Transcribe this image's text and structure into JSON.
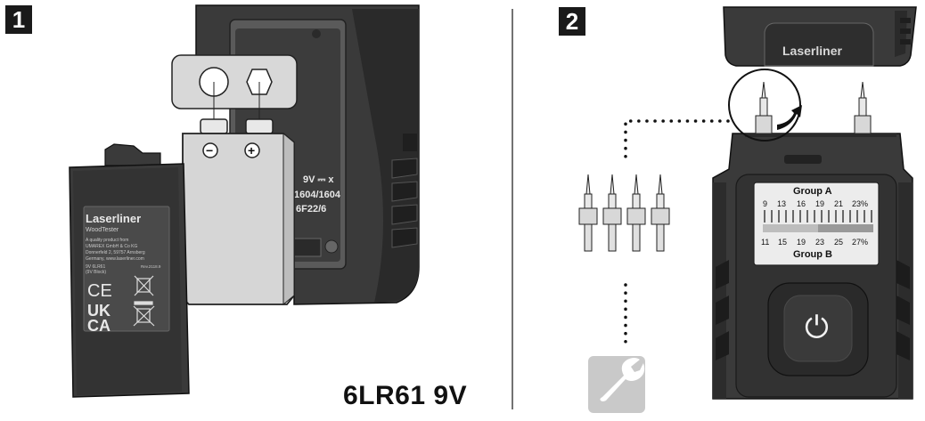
{
  "steps": {
    "step1_number": "1",
    "step2_number": "2"
  },
  "battery_type_label": "6LR61 9V",
  "battery": {
    "minus_symbol": "−",
    "plus_symbol": "+"
  },
  "device_back": {
    "rating_1": "9V ⎓ x",
    "rating_2": "1604/1604",
    "rating_3": "6F22/6"
  },
  "battery_cover": {
    "brand": "Laserliner",
    "model": "WoodTester",
    "line_1": "A quality product from",
    "line_2": "UMAREX GmbH & Co KG",
    "line_3": "Donnerfeld 2, 59757 Arnsberg",
    "line_4": "Germany, www.laserliner.com",
    "line_5": "9V 6LR61",
    "line_6": "(9V Block)",
    "line_7": "Rev.2118.9",
    "mark_ce": "CE",
    "mark_uk": "UK",
    "mark_ca": "CA"
  },
  "device_front": {
    "cap_brand": "Laserliner",
    "group_a_label": "Group A",
    "group_a_values": [
      "9",
      "13",
      "16",
      "19",
      "21",
      "23%"
    ],
    "group_b_label": "Group B",
    "group_b_values": [
      "11",
      "15",
      "19",
      "23",
      "25",
      "27%"
    ],
    "power_symbol": "⏻"
  },
  "colors": {
    "body": "#3a3a3a",
    "body_dark": "#262626",
    "body_light": "#4a4a4a",
    "battery": "#d6d6d6",
    "tool_icon_bg": "#c9c9c9"
  }
}
